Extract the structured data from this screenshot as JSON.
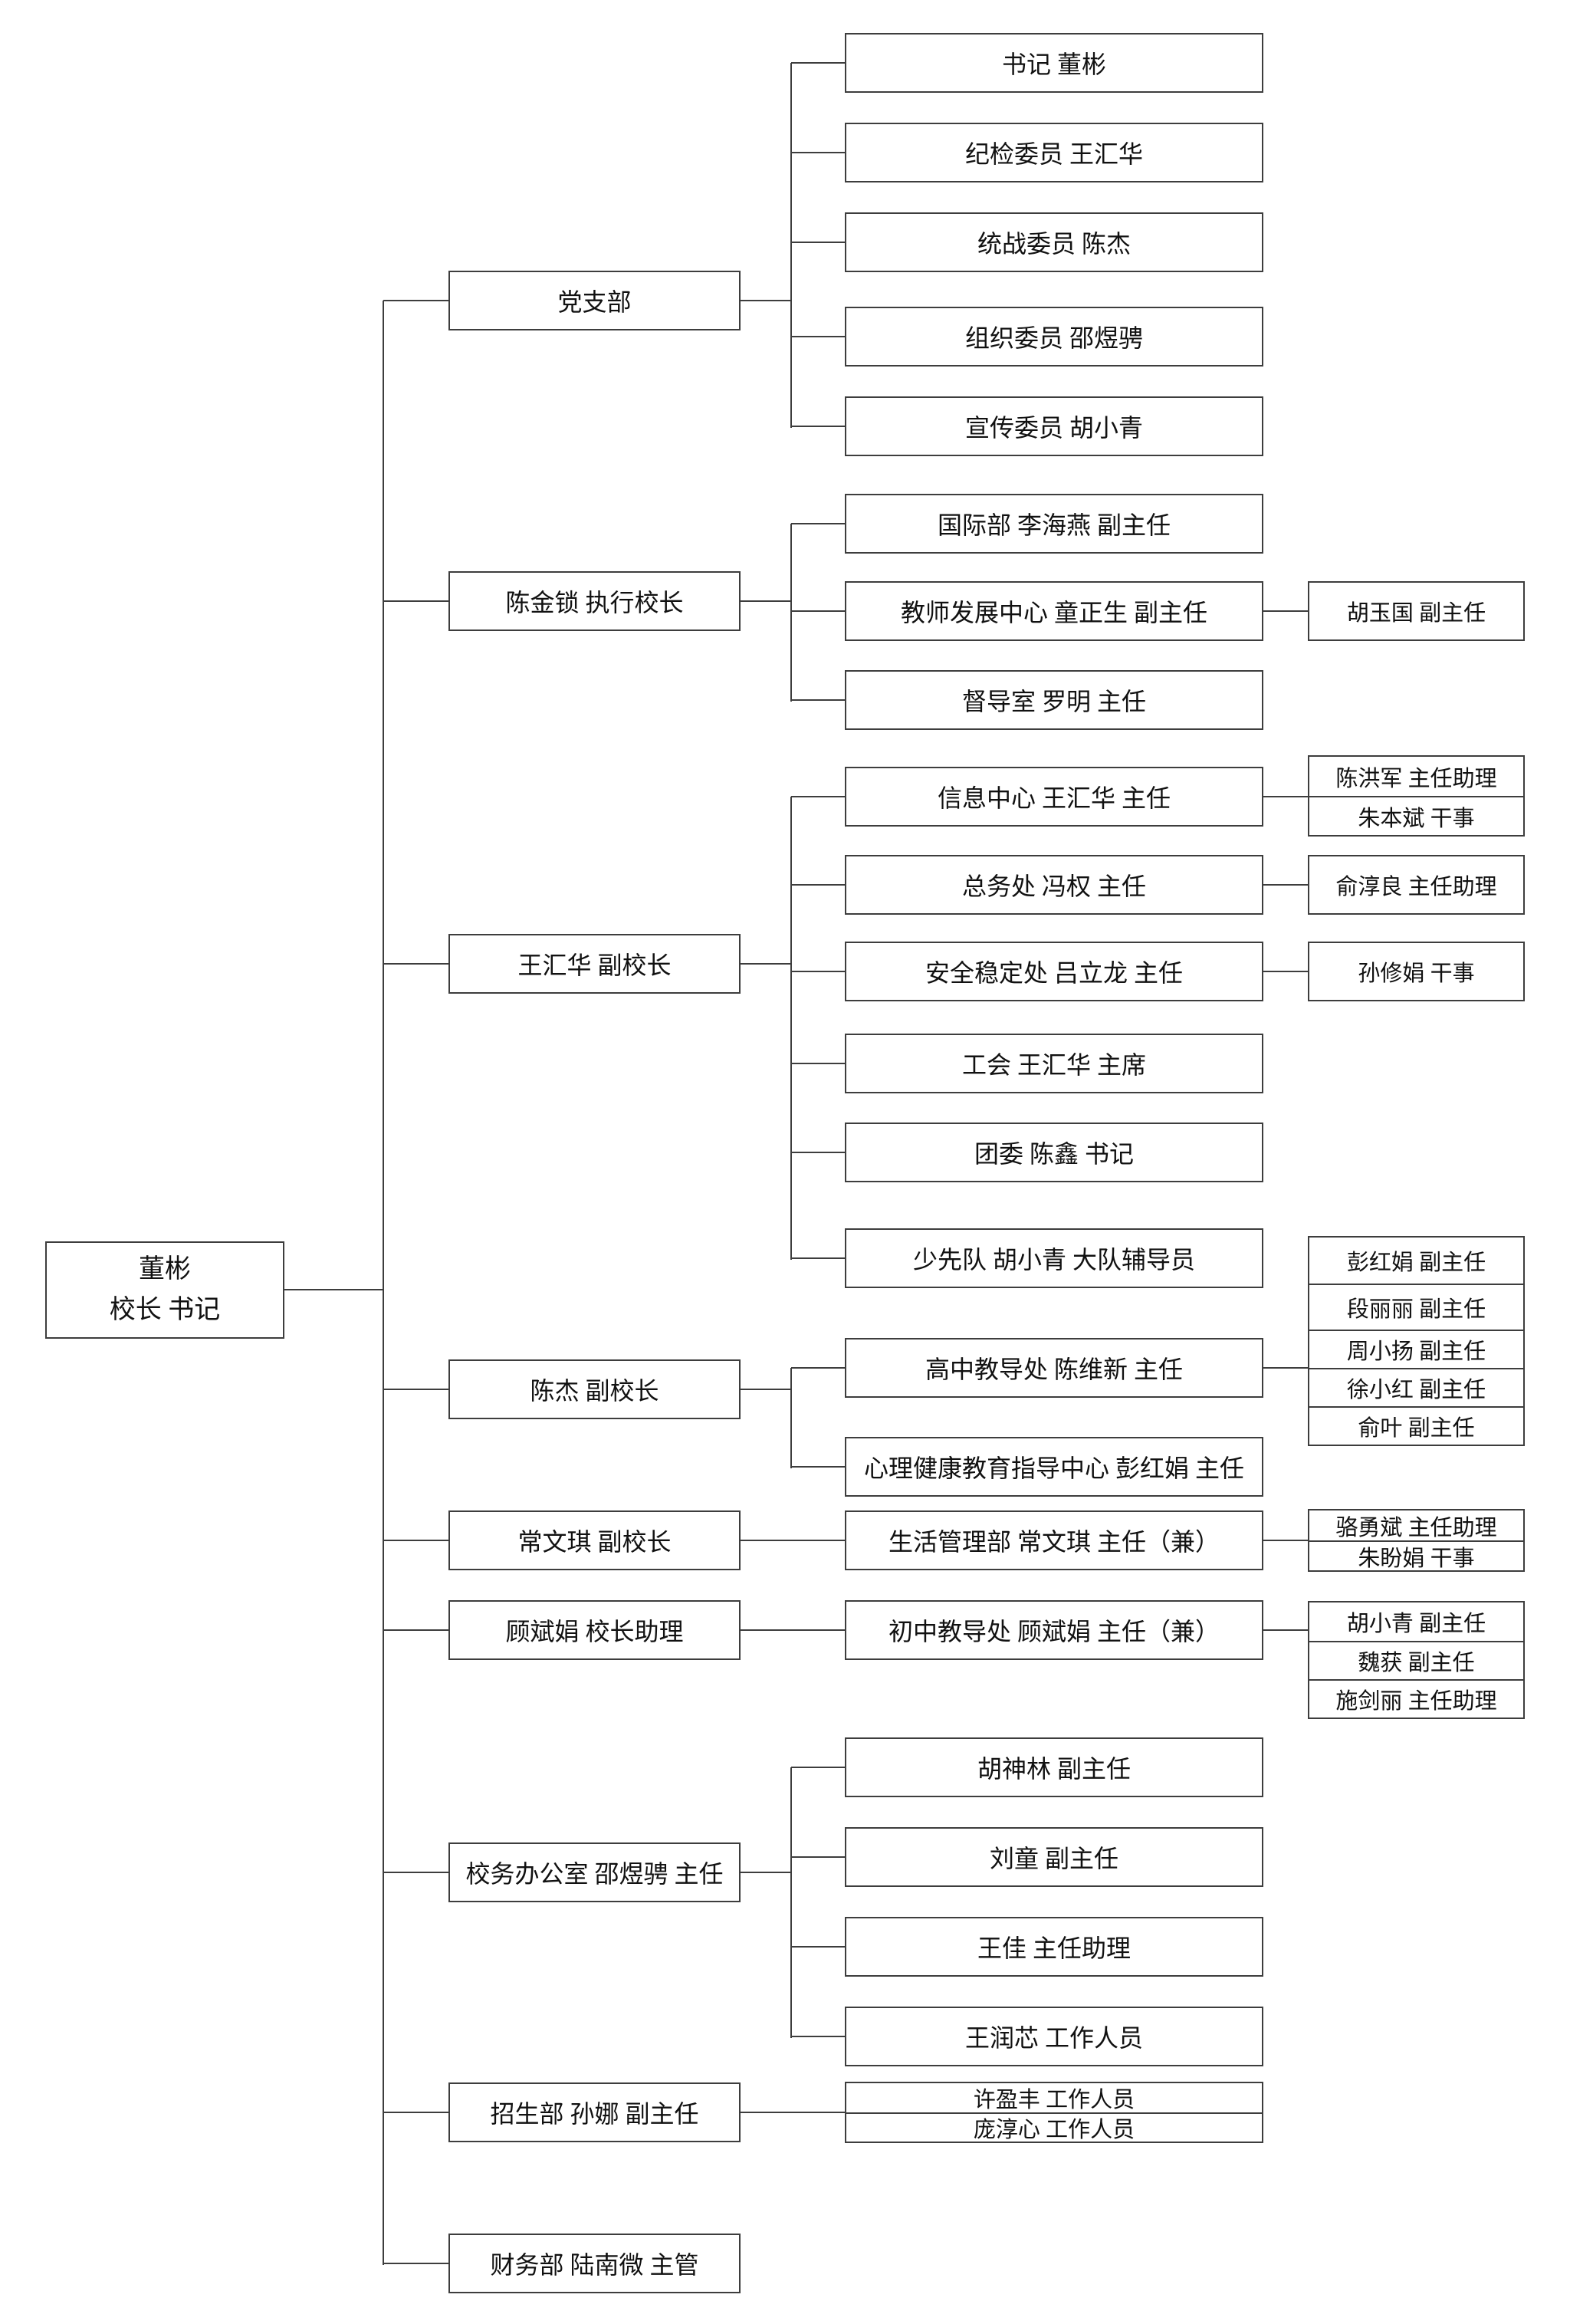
{
  "colors": {
    "box_border": "#3d3d3d",
    "connector": "#3d3d3d",
    "background": "#ffffff",
    "text": "#111111"
  },
  "nodes": {
    "root_line1": "董彬",
    "root_line2": "校长 书记",
    "b_dangzhibu": "党支部",
    "b_chenjinsuo": "陈金锁 执行校长",
    "b_wanghuihua": "王汇华 副校长",
    "b_chenjie": "陈杰 副校长",
    "b_changwenqi": "常文琪 副校长",
    "b_gubinjuan": "顾斌娟 校长助理",
    "b_xiaowu": "校务办公室 邵煜骋 主任",
    "b_zhaosheng": "招生部 孙娜 副主任",
    "b_caiwu": "财务部 陆南微 主管",
    "c_shuji": "书记 董彬",
    "c_jijian": "纪检委员 王汇华",
    "c_tongzhan": "统战委员 陈杰",
    "c_zuzhi": "组织委员 邵煜骋",
    "c_xuanchuan": "宣传委员 胡小青",
    "c_guoji": "国际部 李海燕 副主任",
    "c_jiaoshi": "教师发展中心 童正生 副主任",
    "c_dudao": "督导室 罗明 主任",
    "c_xinxi": "信息中心 王汇华 主任",
    "c_zongwu": "总务处 冯权 主任",
    "c_anquan": "安全稳定处 吕立龙 主任",
    "c_gonghui": "工会 王汇华 主席",
    "c_tuanwei": "团委 陈鑫 书记",
    "c_shaoxiandui": "少先队 胡小青 大队辅导员",
    "c_gaozhong": "高中教导处 陈维新 主任",
    "c_xinli": "心理健康教育指导中心 彭红娟 主任",
    "c_shenghuo": "生活管理部 常文琪 主任（兼）",
    "c_chuzhong": "初中教导处 顾斌娟 主任（兼）",
    "c_hushenlin": "胡神林 副主任",
    "c_liutong": "刘童 副主任",
    "c_wangjia": "王佳 主任助理",
    "c_wangrunxin": "王润芯 工作人员",
    "c_xuyingfeng": "许盈丰 工作人员",
    "c_pangchunxin": "庞淳心 工作人员",
    "d_huyuguo": "胡玉国 副主任",
    "d_chenhongjun": "陈洪军 主任助理",
    "d_zhubenbin": "朱本斌 干事",
    "d_yuchunliang": "俞淳良 主任助理",
    "d_sunxiujuan": "孙修娟 干事",
    "d_penghongjuan": "彭红娟 副主任",
    "d_duanlili": "段丽丽 副主任",
    "d_zhouxiaoyang": "周小扬 副主任",
    "d_xuxiaohong": "徐小红 副主任",
    "d_yuye": "俞叶 副主任",
    "d_luoyongbin": "骆勇斌 主任助理",
    "d_zhupanjuan": "朱盼娟 干事",
    "d_huxiaoqing": "胡小青 副主任",
    "d_weihuo": "魏获 副主任",
    "d_shijianli": "施剑丽 主任助理"
  },
  "structure": {
    "root": [
      "b_dangzhibu",
      "b_chenjinsuo",
      "b_wanghuihua",
      "b_chenjie",
      "b_changwenqi",
      "b_gubinjuan",
      "b_xiaowu",
      "b_zhaosheng",
      "b_caiwu"
    ],
    "b_dangzhibu": [
      "c_shuji",
      "c_jijian",
      "c_tongzhan",
      "c_zuzhi",
      "c_xuanchuan"
    ],
    "b_chenjinsuo": [
      "c_guoji",
      "c_jiaoshi",
      "c_dudao"
    ],
    "b_wanghuihua": [
      "c_xinxi",
      "c_zongwu",
      "c_anquan",
      "c_gonghui",
      "c_tuanwei",
      "c_shaoxiandui"
    ],
    "b_chenjie": [
      "c_gaozhong",
      "c_xinli"
    ],
    "b_changwenqi": [
      "c_shenghuo"
    ],
    "b_gubinjuan": [
      "c_chuzhong"
    ],
    "b_xiaowu": [
      "c_hushenlin",
      "c_liutong",
      "c_wangjia",
      "c_wangrunxin"
    ],
    "b_zhaosheng": [
      "c_xuyingfeng",
      "c_pangchunxin"
    ],
    "c_jiaoshi": [
      "d_huyuguo"
    ],
    "c_xinxi": [
      "d_chenhongjun",
      "d_zhubenbin"
    ],
    "c_zongwu": [
      "d_yuchunliang"
    ],
    "c_anquan": [
      "d_sunxiujuan"
    ],
    "c_gaozhong": [
      "d_penghongjuan",
      "d_duanlili",
      "d_zhouxiaoyang",
      "d_xuxiaohong",
      "d_yuye"
    ],
    "c_shenghuo": [
      "d_luoyongbin",
      "d_zhupanjuan"
    ],
    "c_chuzhong": [
      "d_huxiaoqing",
      "d_weihuo",
      "d_shijianli"
    ]
  }
}
